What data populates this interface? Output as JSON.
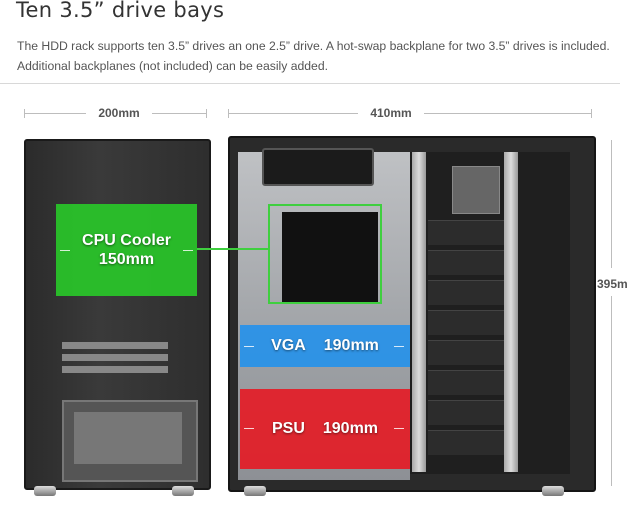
{
  "header": {
    "title": "Ten 3.5” drive bays",
    "description": "The HDD rack supports ten 3.5” drives an one 2.5” drive. A hot-swap backplane for two 3.5” drives is included. Additional backplanes (not included) can be easily added."
  },
  "dimensions": {
    "depth": "200mm",
    "width": "410mm",
    "height": "395m"
  },
  "zones": {
    "cpu": {
      "line1": "CPU Cooler",
      "line2": "150mm",
      "color": "#2fd22f"
    },
    "vga": {
      "label": "VGA",
      "size": "190mm",
      "color": "#2391eb"
    },
    "psu": {
      "label": "PSU",
      "size": "190mm",
      "color": "#e6191f"
    }
  }
}
